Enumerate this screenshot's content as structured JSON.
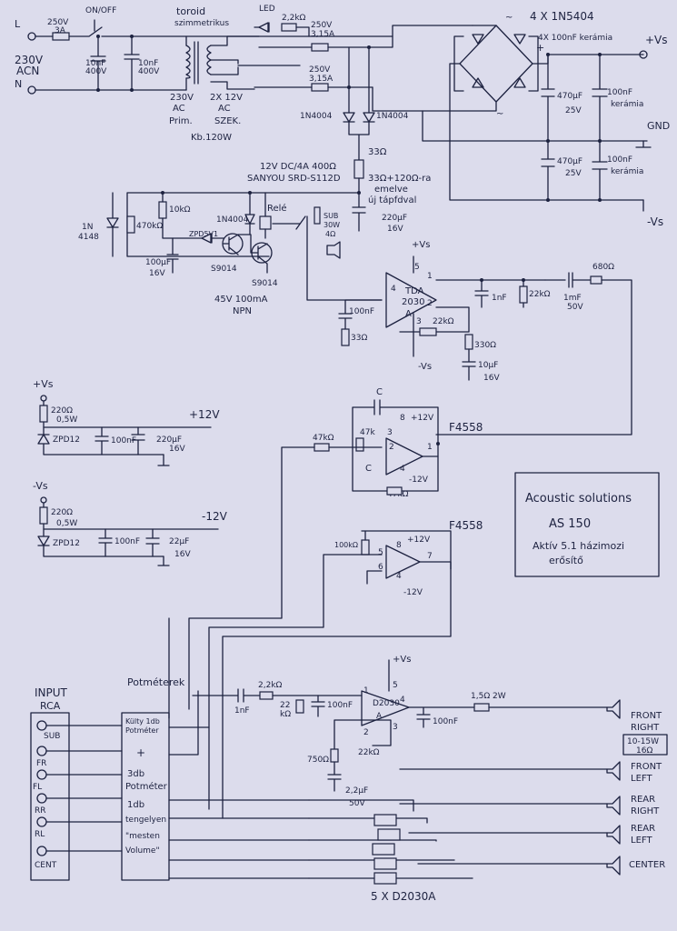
{
  "mains": {
    "live": "L",
    "neutral": "N",
    "voltage": "230V",
    "ac": "ACN",
    "fuse": [
      "250V",
      "3A"
    ],
    "switch": "ON/OFF",
    "cap1": [
      "10nF",
      "400V"
    ],
    "cap2": [
      "10nF",
      "400V"
    ]
  },
  "transformer": {
    "name": [
      "toroid",
      "szimmetrikus"
    ],
    "primary": [
      "230V",
      "AC",
      "Prim."
    ],
    "secondary": [
      "2X 12V",
      "AC",
      "SZEK."
    ],
    "rating": "Kb.120W"
  },
  "psu": {
    "led": "LED",
    "led_res": "2,2kΩ",
    "fuse1": [
      "250V",
      "3,15A"
    ],
    "fuse2": [
      "250V",
      "3,15A"
    ],
    "diode1": "1N4004",
    "diode2": "1N4004",
    "bridge": "4 X 1N5404",
    "bridge_caps": "4X 100nF kerámia",
    "cap_pos": [
      "470µF",
      "25V"
    ],
    "cap_neg": [
      "470µF",
      "25V"
    ],
    "ceramic_pos": [
      "100nF",
      "kerámia"
    ],
    "ceramic_neg": [
      "100nF",
      "kerámia"
    ],
    "plus_vs": "+Vs",
    "gnd": "GND",
    "minus_vs": "-Vs",
    "plus": "+",
    "ac_sym": "~"
  },
  "relay": {
    "relay_spec": [
      "12V DC/4A 400Ω",
      "SANYOU SRD-S112D"
    ],
    "label": "Relé",
    "res33": "33Ω",
    "note": [
      "33Ω+120Ω-ra",
      "emelve",
      "új tápfdval"
    ],
    "diode_1n4148": [
      "1N",
      "4148"
    ],
    "r10k": "10kΩ",
    "r470k": "470kΩ",
    "zener": "ZPD5V1",
    "cap100u": [
      "100µF",
      "16V"
    ],
    "tr1": "S9014",
    "tr2": "S9014",
    "tr_spec": [
      "45V 100mA",
      "NPN"
    ],
    "diode_1n4004": "1N4004",
    "cap220": [
      "220µF",
      "16V"
    ],
    "speaker_sub": [
      "SUB",
      "30W",
      "4Ω"
    ]
  },
  "sub_amp": {
    "chip": [
      "TDA",
      "2030",
      "A"
    ],
    "pins": [
      "1",
      "2",
      "3",
      "4",
      "5"
    ],
    "vs_pos": "+Vs",
    "vs_neg": "-Vs",
    "c1": "1nF",
    "r22k": "22kΩ",
    "c_out": [
      "1mF",
      "50V"
    ],
    "r_out": "680Ω",
    "c100n": "100nF",
    "r33": "33Ω",
    "r22k_fb": "22kΩ",
    "r330": "330Ω",
    "c10u": [
      "10µF",
      "16V"
    ]
  },
  "reg_pos": {
    "vs": "+Vs",
    "res": [
      "220Ω",
      "0,5W"
    ],
    "zener": "ZPD12",
    "c100n": "100nF",
    "cap": [
      "220µF",
      "16V"
    ],
    "out": "+12V"
  },
  "reg_neg": {
    "vs": "-Vs",
    "res": [
      "220Ω",
      "0,5W"
    ],
    "zener": "ZPD12",
    "c100n": "100nF",
    "cap": [
      "22µF",
      "16V"
    ],
    "out": "-12V"
  },
  "filter1": {
    "chip": "F4558",
    "c_top": "C",
    "c_mid": "C",
    "r47k_a": "47kΩ",
    "r47k_b": "47k",
    "r47k_c": "47kΩ",
    "pins": [
      "8",
      "3",
      "2",
      "1",
      "4"
    ],
    "vpos": "+12V",
    "vneg": "-12V"
  },
  "filter2": {
    "chip": "F4558",
    "r100k": "100kΩ",
    "pins": [
      "8",
      "5",
      "6",
      "7",
      "4"
    ],
    "vpos": "+12V",
    "vneg": "-12V"
  },
  "title_box": {
    "brand": "Acoustic solutions",
    "model": "AS 150",
    "desc": [
      "Aktív 5.1 házimozi",
      "erősítő"
    ]
  },
  "inputs": {
    "heading": [
      "INPUT",
      "RCA"
    ],
    "channels": [
      "SUB",
      "FR",
      "FL",
      "RR",
      "RL",
      "CENT"
    ]
  },
  "pots": {
    "heading": "Potméterek",
    "text": [
      "Külty 1db",
      "Potméter",
      "+",
      "3db",
      "Potméter",
      "1db",
      "tengelyen",
      "\"mesten",
      "Volume\""
    ]
  },
  "out_amp": {
    "chip": [
      "D2030",
      "A"
    ],
    "vs": "+Vs",
    "c1n": "1nF",
    "r22k": "2,2kΩ",
    "r_shunt": [
      "22",
      "kΩ"
    ],
    "c100n_in": "100nF",
    "r750": "750Ω",
    "r22k_fb": "22kΩ",
    "cap": [
      "2,2µF",
      "50V"
    ],
    "c100n_out": "100nF",
    "r_out": "1,5Ω 2W",
    "pins": [
      "1",
      "2",
      "3",
      "4",
      "5"
    ],
    "footer": "5 X D2030A"
  },
  "speakers": {
    "front_right": [
      "FRONT",
      "RIGHT"
    ],
    "spec": [
      "10-15W",
      "16Ω"
    ],
    "front_left": [
      "FRONT",
      "LEFT"
    ],
    "rear_right": [
      "REAR",
      "RIGHT"
    ],
    "rear_left": [
      "REAR",
      "LEFT"
    ],
    "center": "CENTER"
  }
}
